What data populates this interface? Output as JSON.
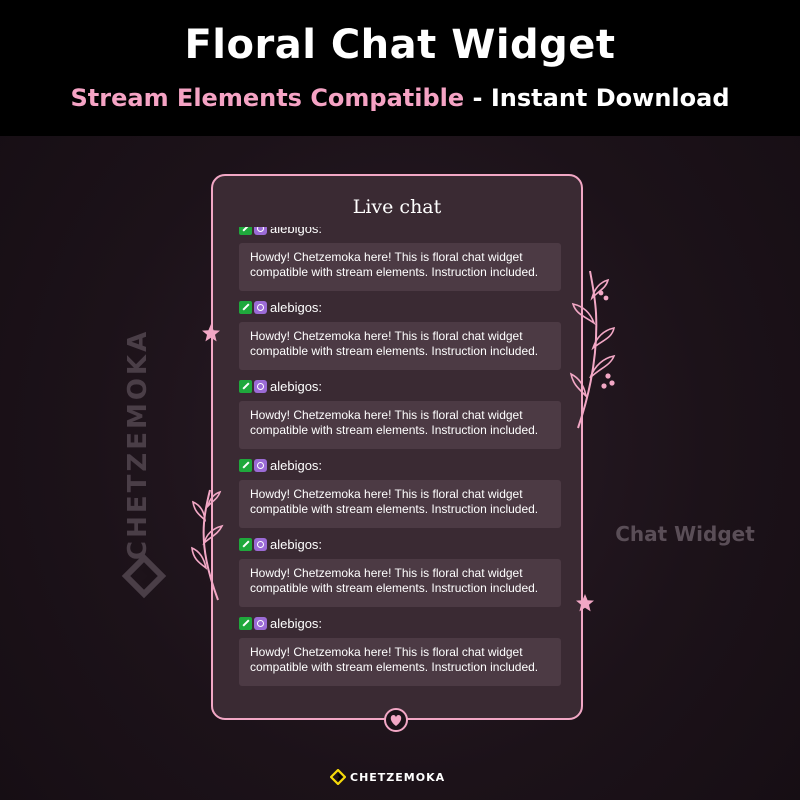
{
  "header": {
    "title": "Floral Chat Widget",
    "subtitle_highlight": "Stream Elements Compatible",
    "subtitle_rest": " - Instant Download"
  },
  "watermark": {
    "text": "CHETZEMOKA"
  },
  "side_label": "Chat Widget",
  "chat": {
    "title": "Live chat",
    "messages": [
      {
        "user": "alebigos:",
        "text": "Howdy! Chetzemoka here! This is floral chat widget compatible with stream elements. Instruction included."
      },
      {
        "user": "alebigos:",
        "text": "Howdy! Chetzemoka here! This is floral chat widget compatible with stream elements. Instruction included."
      },
      {
        "user": "alebigos:",
        "text": "Howdy! Chetzemoka here! This is floral chat widget compatible with stream elements. Instruction included."
      },
      {
        "user": "alebigos:",
        "text": "Howdy! Chetzemoka here! This is floral chat widget compatible with stream elements. Instruction included."
      },
      {
        "user": "alebigos:",
        "text": "Howdy! Chetzemoka here! This is floral chat widget compatible with stream elements. Instruction included."
      },
      {
        "user": "alebigos:",
        "text": "Howdy! Chetzemoka here! This is floral chat widget compatible with stream elements. Instruction included."
      }
    ]
  },
  "footer": {
    "brand": "CHETZEMOKA"
  },
  "colors": {
    "accent_pink": "#f2a7c5",
    "panel_bg": "#3a2a33",
    "bubble_bg": "#4c3a44",
    "mod_badge": "#1fa83c",
    "verified_badge": "#9b6bd6",
    "brand_yellow": "#f5d90a"
  },
  "icons": [
    "sword-badge-icon",
    "verified-badge-icon",
    "star-icon",
    "heart-icon",
    "floral-branch-icon",
    "chetzemoka-logo-icon"
  ]
}
